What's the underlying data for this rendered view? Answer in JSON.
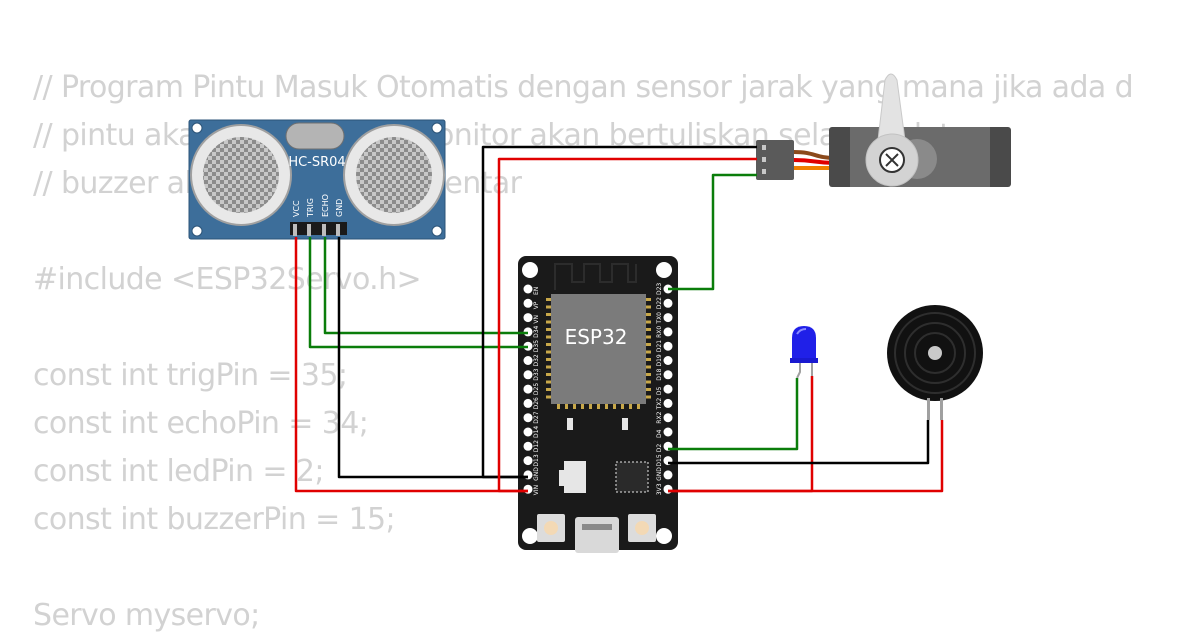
{
  "code_lines": [
    "// Program Pintu Masuk Otomatis dengan sensor jarak yang mana jika ada d",
    "// pintu akan terbuka dan monitor akan bertuliskan selamat datang",
    "// buzzer akan berbunyi sementar",
    "",
    "#include <ESP32Servo.h>",
    "",
    "const int trigPin = 35;",
    "const int echoPin = 34;",
    "const int ledPin = 2;",
    "const int buzzerPin = 15;",
    "",
    "Servo myservo;"
  ],
  "parts": {
    "ultrasonic": {
      "model": "HC-SR04",
      "pins": [
        "VCC",
        "TRIG",
        "ECHO",
        "GND"
      ]
    },
    "esp32": {
      "label": "ESP32",
      "left_pins": [
        "EN",
        "VP",
        "VN",
        "D34",
        "D35",
        "D32",
        "D33",
        "D25",
        "D26",
        "D27",
        "D14",
        "D12",
        "D13",
        "GND",
        "VIN"
      ],
      "right_pins": [
        "D23",
        "D22",
        "TX0",
        "RX0",
        "D21",
        "D19",
        "D18",
        "D5",
        "TX2",
        "RX2",
        "D4",
        "D2",
        "D15",
        "GND",
        "3V3"
      ]
    },
    "servo": {
      "name": "servo"
    },
    "led": {
      "color": "blue"
    },
    "buzzer": {
      "name": "buzzer"
    }
  },
  "wire_colors": {
    "red": "#e00000",
    "black": "#000000",
    "green": "#0a7d0a",
    "servo_orange": "#f08000",
    "servo_brown": "#8b4a1c"
  }
}
